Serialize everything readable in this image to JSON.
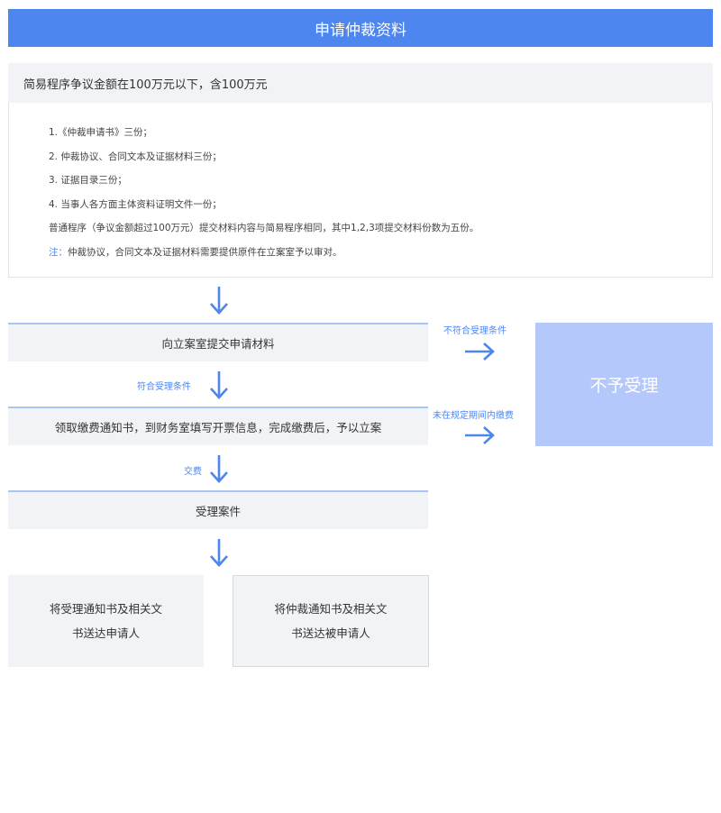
{
  "header": {
    "title": "申请仲裁资料"
  },
  "info": {
    "title": "简易程序争议金额在100万元以下，含100万元",
    "items": [
      "1.《仲裁申请书》三份；",
      "2. 仲裁协议、合同文本及证据材料三份；",
      "3. 证据目录三份；",
      "4. 当事人各方面主体资料证明文件一份；",
      "普通程序（争议金额超过100万元）提交材料内容与简易程序相同，其中1,2,3项提交材料份数为五份。"
    ],
    "note_prefix": "注：",
    "note_text": "仲裁协议，合同文本及证据材料需要提供原件在立案室予以审对。"
  },
  "flow": {
    "step1": "向立案室提交申请材料",
    "step2": "领取缴费通知书，到财务室填写开票信息，完成缴费后，予以立案",
    "step3": "受理案件",
    "label_meets": "符合受理条件",
    "label_pay": "交费",
    "label_not_meet": "不符合受理条件",
    "label_not_paid": "未在规定期间内缴费",
    "reject": "不予受理",
    "result_left": [
      "将受理通知书及相关文",
      "书送达申请人"
    ],
    "result_right": [
      "将仲裁通知书及相关文",
      "书送达被申请人"
    ]
  },
  "colors": {
    "accent": "#4e86f0",
    "reject_bg": "#b4c8fb",
    "box_bg": "#f2f3f6"
  }
}
